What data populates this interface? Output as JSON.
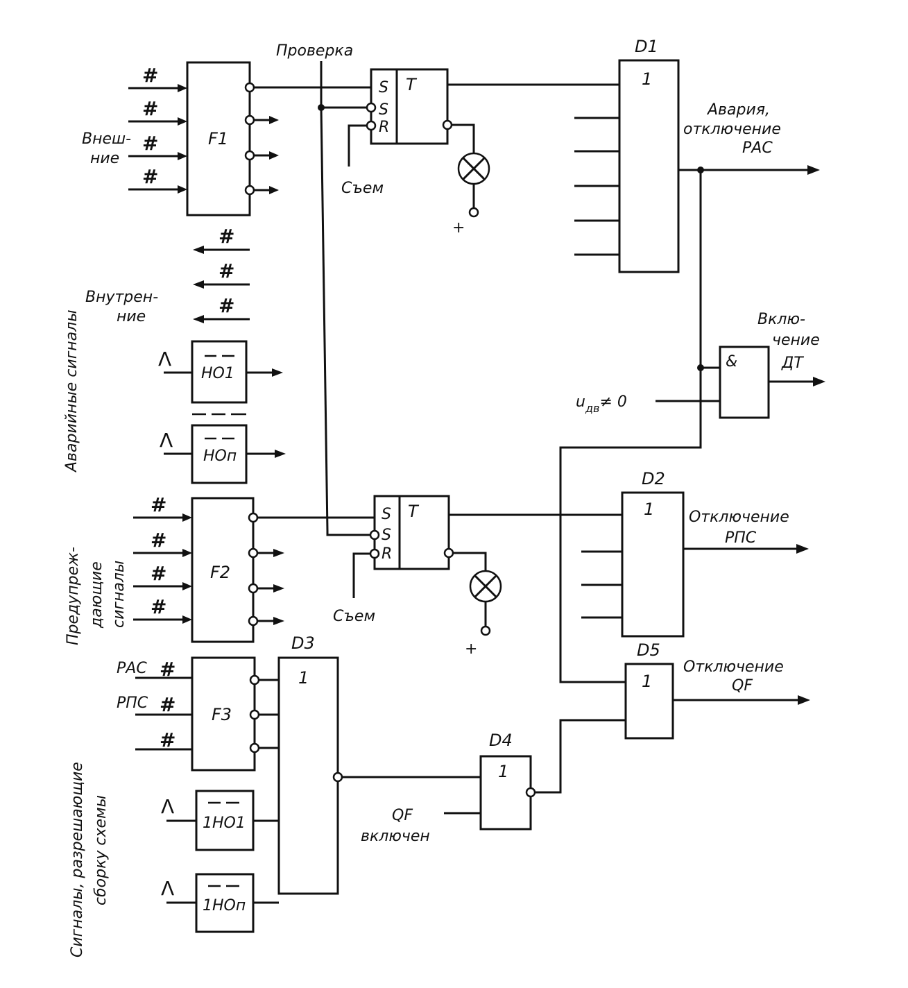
{
  "labels": {
    "proverka": "Проверка",
    "vnesh_1": "Внеш-",
    "vnesh_2": "ние",
    "vnutr_1": "Внутрен-",
    "vnutr_2": "ние",
    "avariynye": "Аварийные сигналы",
    "preduprezh_1": "Предупреж-",
    "preduprezh_2": "дающие",
    "preduprezh_3": "сигналы",
    "razresh_1": "Сигналы, разрешающие",
    "razresh_2": "сборку схемы",
    "sem_1": "Съем",
    "sem_2": "Съем",
    "plus_1": "+",
    "plus_2": "+",
    "avaria_1": "Авария,",
    "avaria_2": "отключение",
    "avaria_3": "РАС",
    "vkl_1": "Вклю-",
    "vkl_2": "чение",
    "vkl_3": "ДТ",
    "udv": "u",
    "udv_sub": "дв",
    "udv_tail": "≠ 0",
    "otkl_rps_1": "Отключение",
    "otkl_rps_2": "РПС",
    "otkl_qf_1": "Отключение",
    "otkl_qf_2": "QF",
    "qf_on_1": "QF",
    "qf_on_2": "включен",
    "in_pac": "РАС",
    "in_pps": "РПС"
  },
  "blocks": {
    "F1": "F1",
    "F2": "F2",
    "F3": "F3",
    "D1_name": "D1",
    "D1_sym": "1",
    "D2_name": "D2",
    "D2_sym": "1",
    "D3_name": "D3",
    "D3_sym": "1",
    "D4_name": "D4",
    "D4_sym": "1",
    "D5_name": "D5",
    "D5_sym": "1",
    "AND_sym": "&",
    "T1": "T",
    "T2": "T",
    "S": "S",
    "R": "R",
    "HO1": "НО1",
    "HOn": "НОп",
    "1HO1": "1НО1",
    "1HOn": "1НОп"
  },
  "glyphs": {
    "hash": "#",
    "caret": "Λ"
  }
}
